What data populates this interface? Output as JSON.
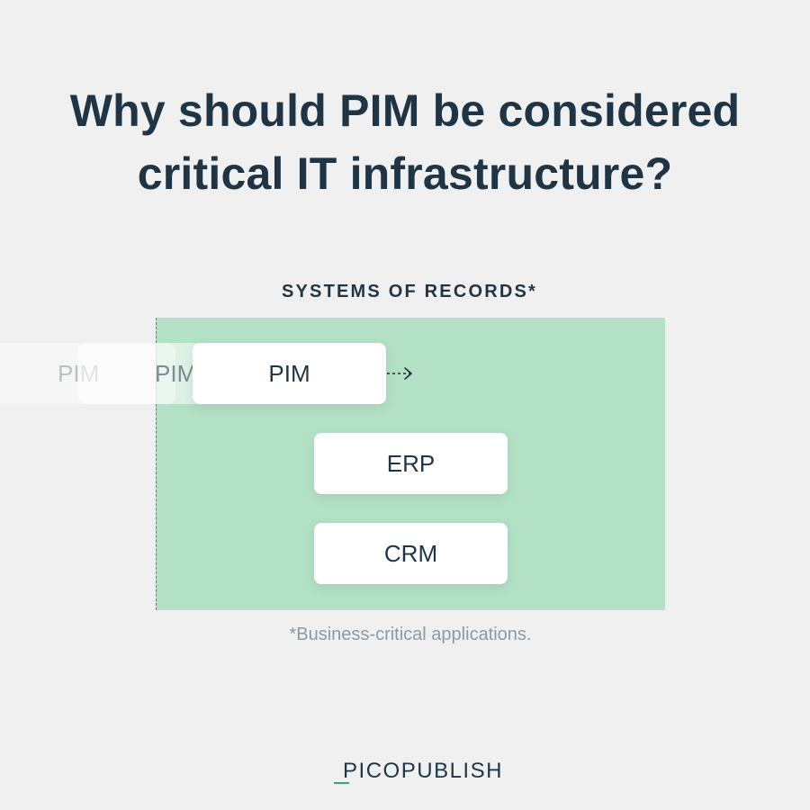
{
  "title": {
    "line1": "Why should PIM be considered",
    "line2": "critical IT infrastructure?"
  },
  "diagram": {
    "section_label": "SYSTEMS OF RECORDS*",
    "ghost_labels": [
      "PIM",
      "PIM"
    ],
    "cards": {
      "pim": "PIM",
      "erp": "ERP",
      "crm": "CRM"
    },
    "footnote": "*Business-critical applications."
  },
  "brand": {
    "logo_text": "PICOPUBLISH",
    "accent_color": "#25b26b",
    "area_color": "#b3e1c5",
    "text_color": "#1f3546"
  }
}
